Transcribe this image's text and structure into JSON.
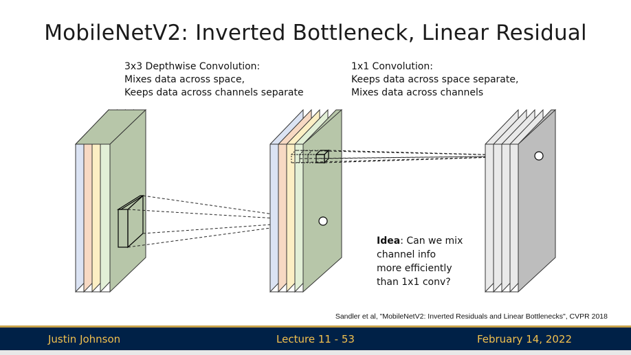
{
  "slide": {
    "title": "MobileNetV2: Inverted Bottleneck, Linear Residual",
    "captions": {
      "depthwise": [
        "3x3 Depthwise Convolution:",
        "Mixes data across space,",
        "Keeps data across channels separate"
      ],
      "pointwise": [
        "1x1 Convolution:",
        "Keeps data across space separate,",
        "Mixes data across channels"
      ]
    },
    "idea": {
      "bold": "Idea",
      "rest_line1": ": Can we mix",
      "line2": "channel info",
      "line3": "more efficiently",
      "line4": "than 1x1 conv?"
    },
    "citation": "Sandler et al, \"MobileNetV2: Inverted Residuals and Linear Bottlenecks\", CVPR 2018"
  },
  "colors": {
    "channel_colors": [
      "#dbe3f3",
      "#f7d9c3",
      "#fcefc4",
      "#e2efd6",
      "#b7c6a9"
    ],
    "gray_fill": "#e9e9e9",
    "gray_front": "#bdbdbd",
    "footer_bg": "#002147",
    "footer_text": "#f2c14e"
  },
  "footer": {
    "author": "Justin Johnson",
    "lecture": "Lecture 11 - 53",
    "date": "February 14, 2022"
  }
}
